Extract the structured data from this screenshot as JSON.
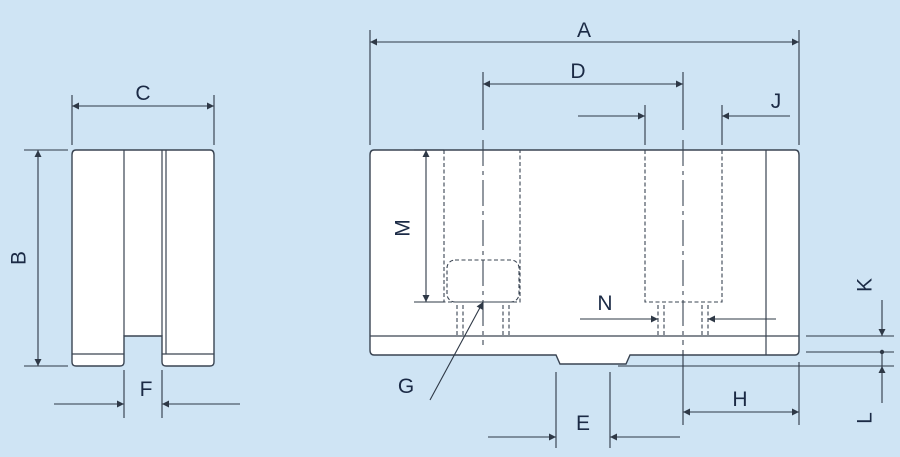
{
  "labels": {
    "A": "A",
    "B": "B",
    "C": "C",
    "D": "D",
    "E": "E",
    "F": "F",
    "G": "G",
    "H": "H",
    "J": "J",
    "K": "K",
    "L": "L",
    "M": "M",
    "N": "N"
  },
  "colors": {
    "background": "#cfe4f4",
    "part_fill": "#ffffff",
    "line": "#3a4452",
    "text": "#1b2a45"
  }
}
